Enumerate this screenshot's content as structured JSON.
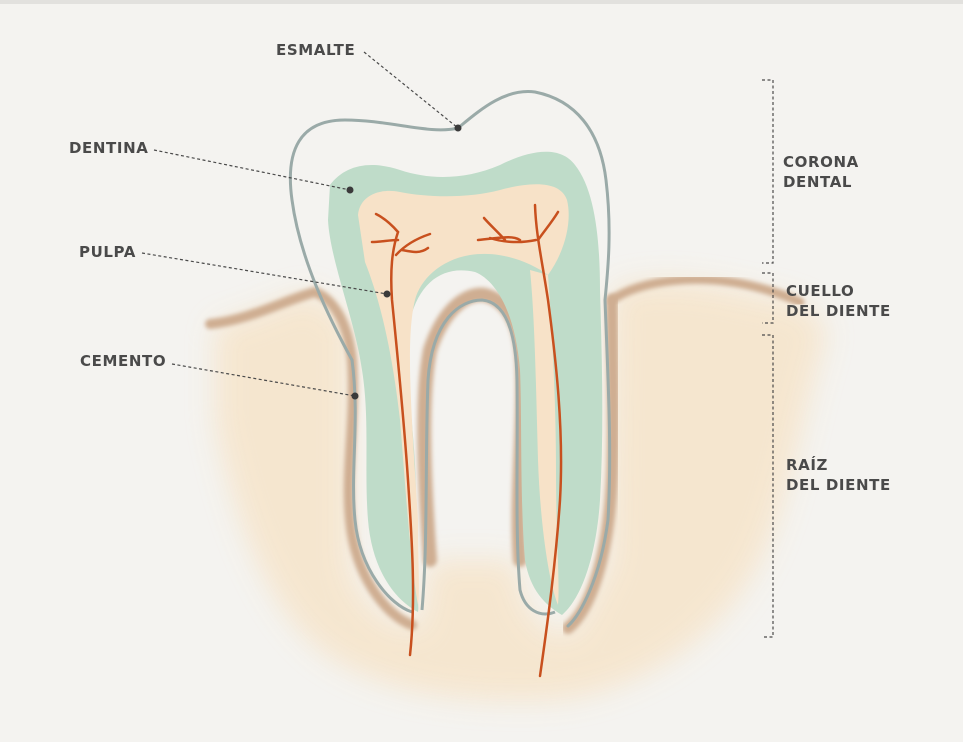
{
  "labels": {
    "esmalte": "ESMALTE",
    "dentina": "DENTINA",
    "pulpa": "PULPA",
    "cemento": "CEMENTO"
  },
  "regions": {
    "corona": {
      "line1": "CORONA",
      "line2": "DENTAL"
    },
    "cuello": {
      "line1": "CUELLO",
      "line2": "DEL DIENTE"
    },
    "raiz": {
      "line1": "RAÍZ",
      "line2": "DEL DIENTE"
    }
  },
  "colors": {
    "background": "#f4f3f0",
    "gum": "#f6e5cc",
    "cementum": "#cfae92",
    "enamel_outline": "#9aaaa8",
    "dentin": "#bfdcc9",
    "pulp": "#f7e2c8",
    "nerve": "#c8501e",
    "text": "#4a4a4a"
  }
}
